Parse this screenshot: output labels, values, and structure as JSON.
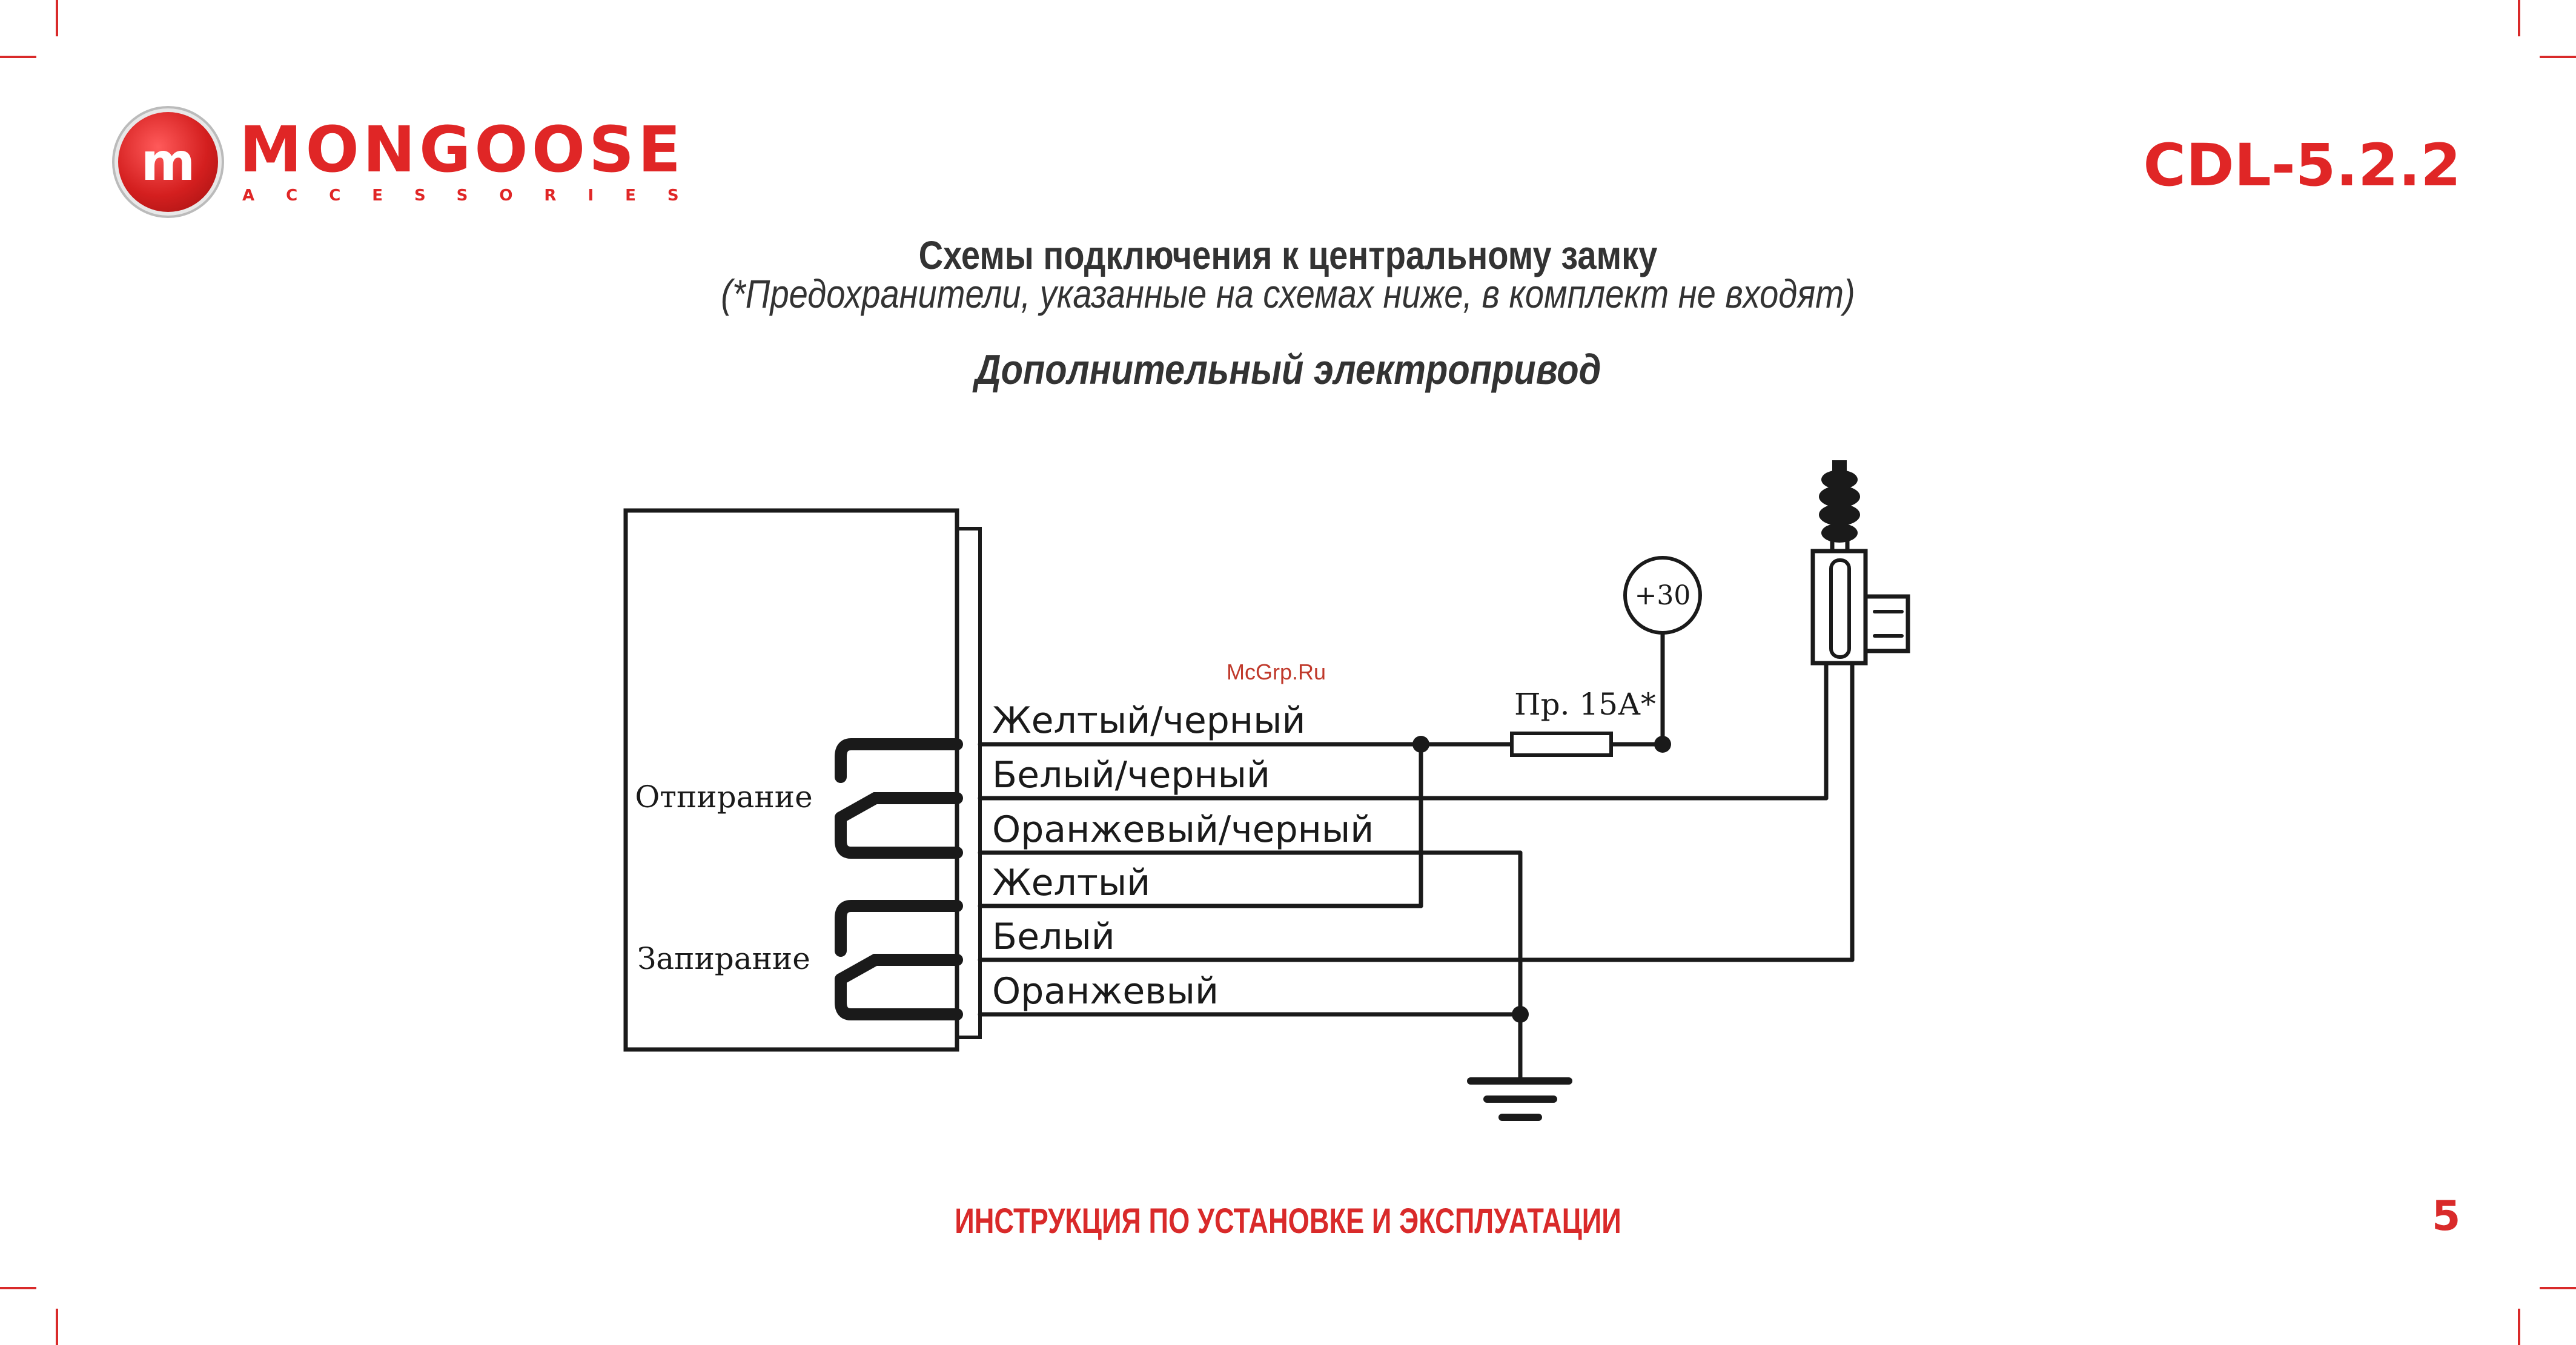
{
  "brand": {
    "name": "MONGOOSE",
    "tagline": "ACCESSORIES",
    "logo_icon": "m-logo-icon"
  },
  "model": "CDL-5.2.2",
  "title": "Схемы  подключения к  центральному замку",
  "subtitle": "(*Предохранители, указанные на схемах ниже, в комплект не входят)",
  "section_title": "Дополнительный электропривод",
  "watermark": "McGrp.Ru",
  "diagram": {
    "relay_labels": {
      "unlock": "Отпирание",
      "lock": "Запирание"
    },
    "wires": [
      "Желтый/черный",
      "Белый/черный",
      "Оранжевый/черный",
      "Желтый",
      "Белый",
      "Оранжевый"
    ],
    "fuse_label": "Пр. 15А*",
    "power_label": "+30"
  },
  "footer": {
    "text": "ИНСТРУКЦИЯ ПО УСТАНОВКЕ И ЭКСПЛУАТАЦИИ",
    "page_number": "5"
  },
  "colors": {
    "accent": "#e02626",
    "line": "#1a1a1a"
  }
}
